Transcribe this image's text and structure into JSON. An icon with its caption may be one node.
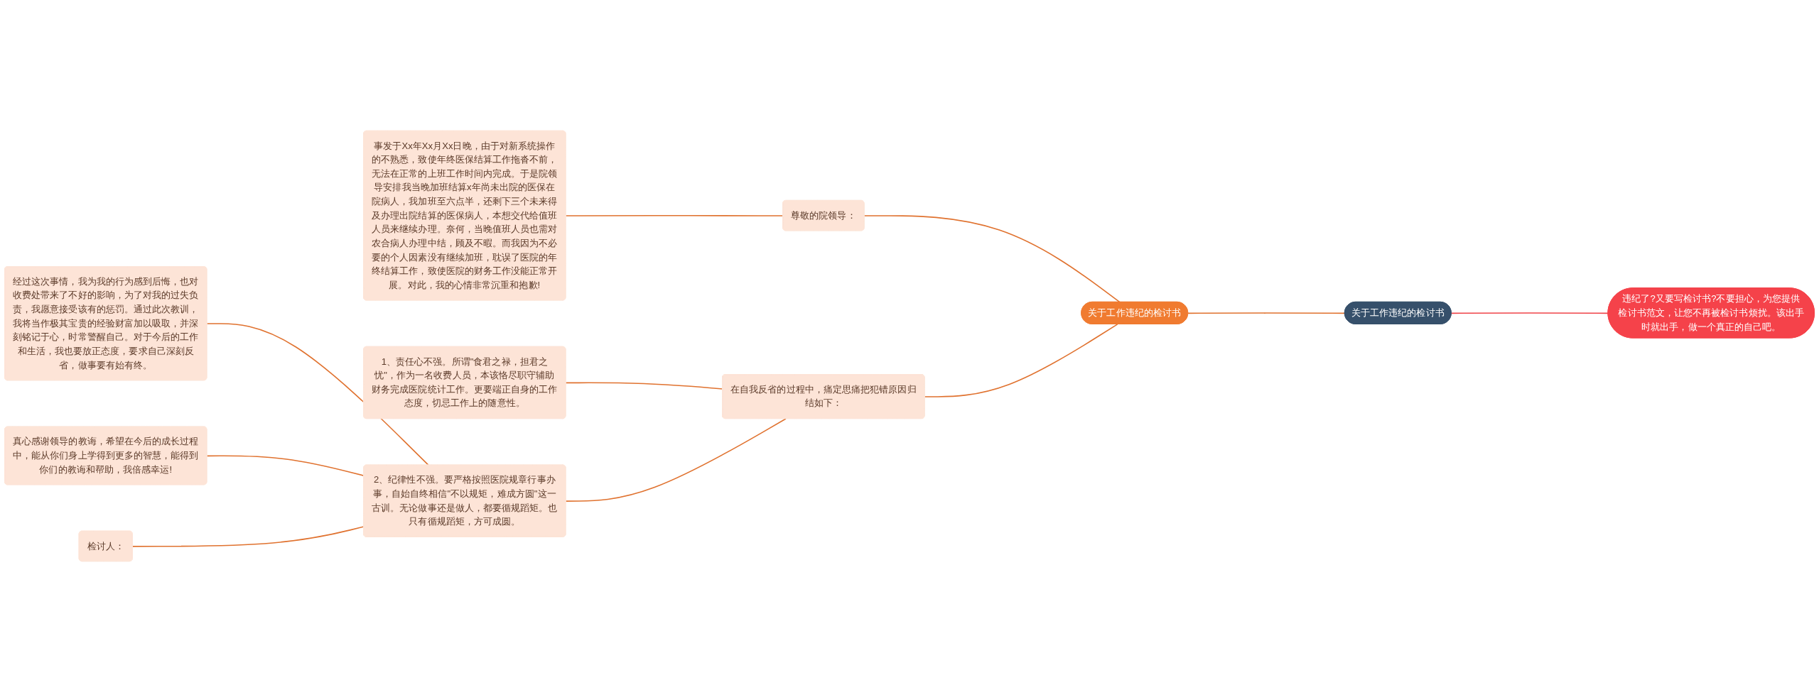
{
  "diagram": {
    "nodes": [
      {
        "text": [
          "关于工作违纪的检讨书"
        ]
      },
      {
        "text": [
          "违纪了?又要写检讨书?不要担心，为您提供检讨书范文，让您不再被检讨书烦扰。该出手时就出手，做一个真正的自己吧。"
        ]
      },
      {
        "text": [
          "关于工作违纪的检讨书"
        ]
      },
      {
        "text": [
          "尊敬的院领导："
        ]
      },
      {
        "text": [
          "事发于Xx年Xx月Xx日晚，由于对新系统操作的不熟悉，致使年终医保结算工作拖沓不前，无法在正常的上班工作时间内完成。于是院领导安排我当晚加班结算x年尚未出院的医保在院病人，我加班至六点半，还剩下三个未来得及办理出院结算的医保病人，本想交代给值班人员来继续办理。奈何，当晚值班人员也需对农合病人办理中结，顾及不暇。而我因为不必要的个人因素没有继续加班，耽误了医院的年终结算工作，致使医院的财务工作没能正常开展。对此，我的心情非常沉重和抱歉!"
        ]
      },
      {
        "text": [
          "在自我反省的过程中，痛定思痛把犯错原因归结如下："
        ]
      },
      {
        "text": [
          "1、责任心不强。所谓\"食君之禄，担君之忧\"，作为一名收费人员，本该恪尽职守辅助财务完成医院统计工作。更要端正自身的工作态度，切忌工作上的随意性。"
        ]
      },
      {
        "text": [
          "2、纪律性不强。要严格按照医院规章行事办事，自始自终相信\"不以规矩，难成方圆\"这一古训。无论做事还是做人，都要循规蹈矩。也只有循规蹈矩，方可成圆。"
        ]
      },
      {
        "text": [
          "经过这次事情，我为我的行为感到后悔，也对收费处带来了不好的影响，为了对我的过失负责，我愿意接受该有的惩罚。通过此次教训，我将当作极其宝贵的经验财富加以吸取，并深刻铭记于心，时常警醒自己。对于今后的工作和生活，我也要放正态度，要求自己深刻反省，做事要有始有终。"
        ]
      },
      {
        "text": [
          "真心感谢领导的教诲，希望在今后的成长过程中，能从你们身上学得到更多的智慧，能得到你们的教诲和帮助，我倍感幸运!"
        ]
      },
      {
        "text": [
          "检讨人："
        ]
      }
    ],
    "edges": [
      {
        "from": 1,
        "to": 0,
        "arrow": "none",
        "color": "#f0454a"
      },
      {
        "from": 0,
        "to": 2,
        "arrow": "none"
      },
      {
        "from": 2,
        "to": 3,
        "arrow": "none"
      },
      {
        "from": 3,
        "to": 4,
        "arrow": "none"
      },
      {
        "from": 2,
        "to": 5,
        "arrow": "none"
      },
      {
        "from": 5,
        "to": 6,
        "arrow": "none"
      },
      {
        "from": 5,
        "to": 7,
        "arrow": "none"
      },
      {
        "from": 7,
        "to": 8,
        "arrow": "none"
      },
      {
        "from": 7,
        "to": 9,
        "arrow": "none"
      },
      {
        "from": 7,
        "to": 10,
        "arrow": "none"
      }
    ]
  }
}
